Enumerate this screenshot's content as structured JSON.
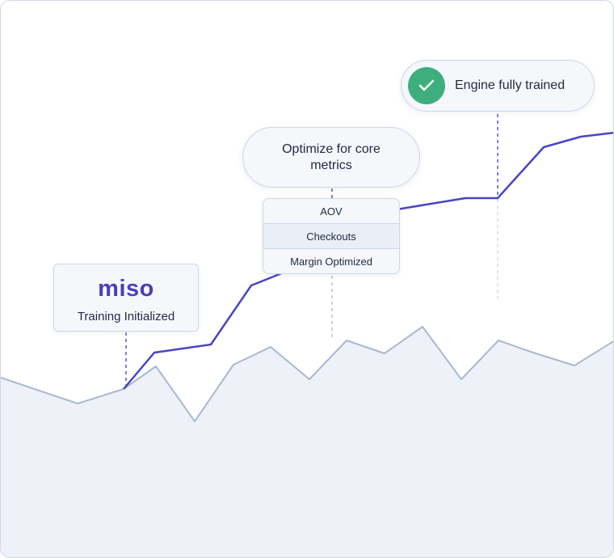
{
  "milestones": {
    "training": {
      "logo": "miso",
      "label": "Training Initialized"
    },
    "optimize": {
      "label": "Optimize for core metrics",
      "metrics": [
        "AOV",
        "Checkouts",
        "Margin Optimized"
      ]
    },
    "trained": {
      "label": "Engine fully trained",
      "icon": "check-icon"
    }
  },
  "colors": {
    "trained_line": "#4a44c6",
    "baseline_line": "#a9b9cf",
    "area_fill": "#eef1f8",
    "check_bg": "#3fae7e"
  }
}
